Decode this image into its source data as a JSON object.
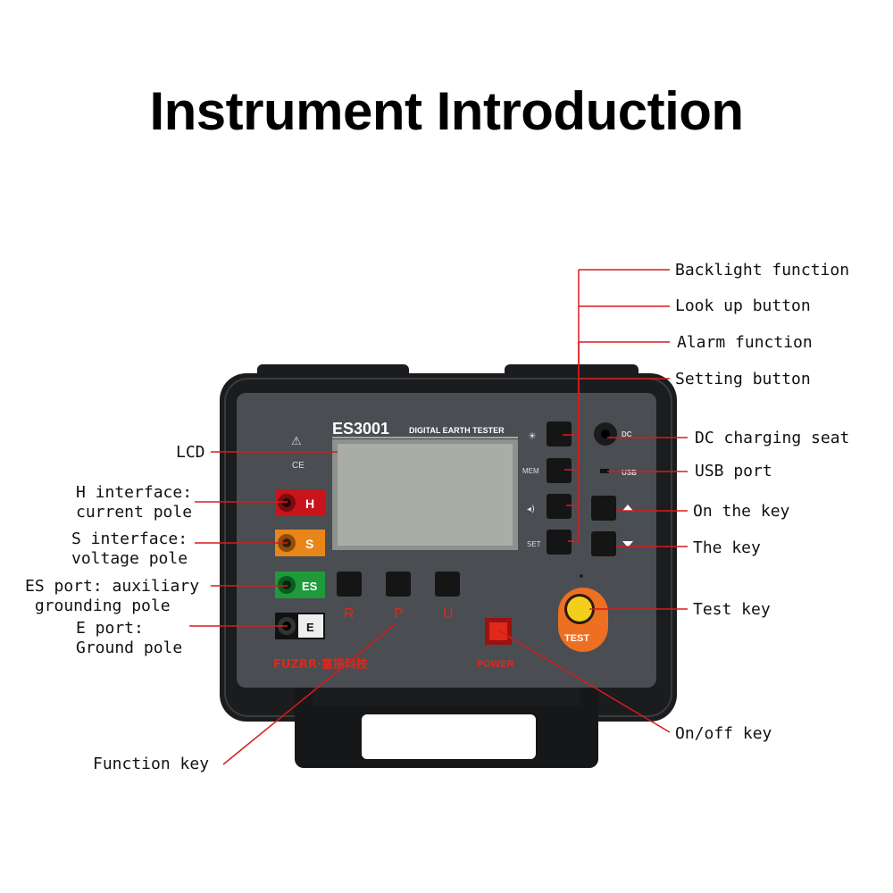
{
  "title": "Instrument Introduction",
  "device": {
    "model": "ES3001",
    "subtitle": "DIGITAL EARTH TESTER",
    "brand": "FUZRR·富振科技",
    "ce_mark": "CE",
    "warning_mark": "⚠",
    "port_labels": {
      "h": "H",
      "s": "S",
      "es": "ES",
      "e": "E"
    },
    "function_keys": [
      "R",
      "P",
      "U"
    ],
    "power_label": "POWER",
    "test_label": "TEST",
    "dc_label": "DC",
    "usb_label": "USB",
    "mem_label": "MEM",
    "set_label": "SET",
    "colors": {
      "panel": "#4a4d52",
      "case": "#1b1c1e",
      "accent_red": "#e0281b",
      "port_h": "#c8141b",
      "port_s": "#e8861a",
      "port_es": "#1e9a3a",
      "port_e": "#1a1a1a",
      "test_orange": "#ee6f22",
      "leader": "#d81b1b"
    }
  },
  "callouts": {
    "backlight": "Backlight function",
    "lookup": "Look up button",
    "alarm": "Alarm function",
    "setting": "Setting button",
    "dc": "DC charging seat",
    "usb": "USB port",
    "up_key": "On the key",
    "down_key": "The key",
    "test": "Test key",
    "onoff": "On/off key",
    "lcd": "LCD",
    "h": "H interface:\ncurrent pole",
    "s": "S interface:\nvoltage pole",
    "es": "ES port: auxiliary\n grounding pole",
    "e": "E port:\nGround pole",
    "function": "Function key"
  }
}
